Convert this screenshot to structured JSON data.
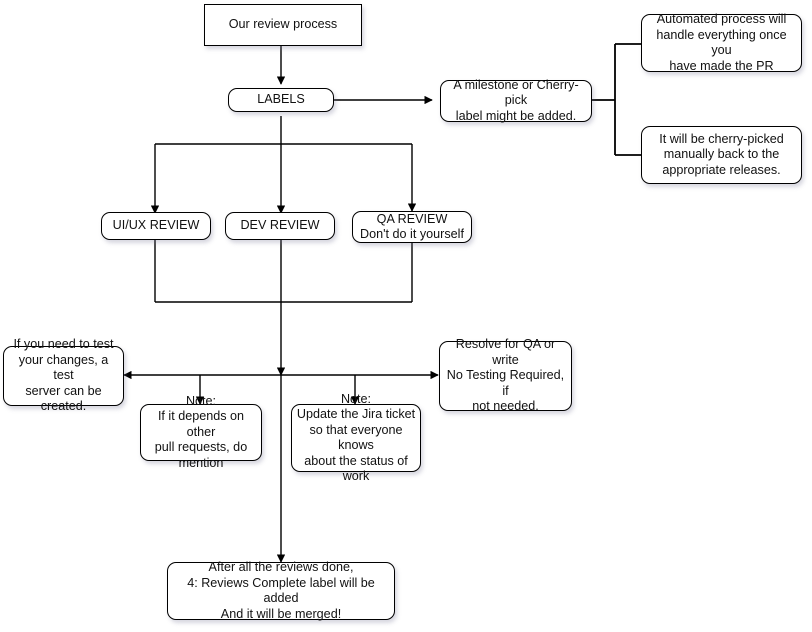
{
  "diagram": {
    "title_node": {
      "label": "Our review process"
    },
    "labels_node": {
      "label": "LABELS"
    },
    "milestone_node": {
      "label": "A milestone or Cherry-pick\nlabel might be added."
    },
    "automated_node": {
      "label": "Automated process will\nhandle everything once you\nhave made the PR"
    },
    "cherrypick_node": {
      "label": "It will be cherry-picked\nmanually back to the\nappropriate releases."
    },
    "uiux_node": {
      "label": "UI/UX REVIEW"
    },
    "dev_node": {
      "label": "DEV REVIEW"
    },
    "qa_node": {
      "label": "QA REVIEW\nDon't do it yourself"
    },
    "test_server_node": {
      "label": "If you need to test\nyour changes, a test\nserver can be\ncreated."
    },
    "note_depends_node": {
      "label": "Note:\nIf it depends on other\npull requests, do\nmention"
    },
    "note_jira_node": {
      "label": "Note:\nUpdate the Jira ticket\nso that everyone knows\nabout the status of work"
    },
    "resolve_qa_node": {
      "label": "Resolve for QA or write\nNo Testing Required, if\nnot needed."
    },
    "final_node": {
      "label": "After all the reviews done,\n4: Reviews Complete label will be added\nAnd it will be merged!"
    },
    "colors": {
      "stroke": "#000000",
      "node_fill": "#ffffff",
      "text": "#111111",
      "background": "#ffffff"
    }
  }
}
